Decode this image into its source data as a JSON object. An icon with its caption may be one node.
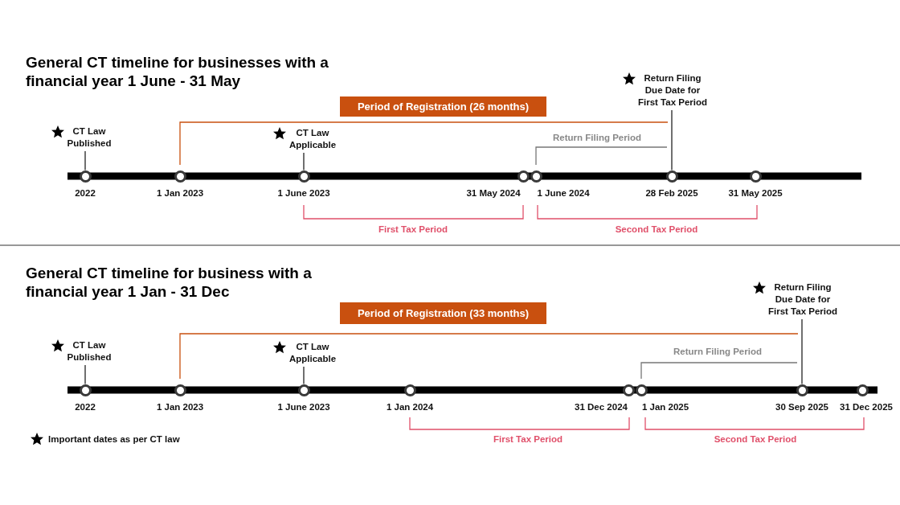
{
  "diagram": {
    "nodes": [
      {
        "text": [
          "CT Law Published"
        ]
      },
      {
        "text": [
          "CT Law Applicable"
        ]
      },
      {
        "text": [
          "Return Filing Due Date for First Tax Period"
        ]
      },
      {
        "text": [
          "Period of Registration (26 months)"
        ]
      },
      {
        "text": [],
        "shape": "circle",
        "beside": [
          "2022"
        ]
      },
      {
        "text": [],
        "shape": "circle",
        "beside": [
          "1 Jan 2023"
        ]
      },
      {
        "text": [],
        "shape": "circle",
        "beside": [
          "1 June 2023"
        ]
      },
      {
        "text": [],
        "shape": "circle",
        "beside": [
          "31 May 2024"
        ]
      },
      {
        "text": [],
        "shape": "circle",
        "beside": [
          "1 June 2024"
        ]
      },
      {
        "text": [],
        "shape": "circle",
        "beside": [
          "28 Feb 2025"
        ]
      },
      {
        "text": [],
        "shape": "circle",
        "beside": [
          "31 May 2025"
        ]
      },
      {
        "text": [
          "CT Law Published"
        ]
      },
      {
        "text": [
          "CT Law Applicable"
        ]
      },
      {
        "text": [
          "Return Filing Due Date for First Tax Period"
        ]
      },
      {
        "text": [
          "Period of Registration (33 months)"
        ]
      },
      {
        "text": [],
        "shape": "circle",
        "beside": [
          "2022"
        ]
      },
      {
        "text": [],
        "shape": "circle",
        "beside": [
          "1 Jan 2023"
        ]
      },
      {
        "text": [],
        "shape": "circle",
        "beside": [
          "1 June 2023"
        ]
      },
      {
        "text": [],
        "shape": "circle",
        "beside": [
          "1 Jan 2024"
        ]
      },
      {
        "text": [],
        "shape": "circle",
        "beside": [
          "31 Dec 2024"
        ]
      },
      {
        "text": [],
        "shape": "circle",
        "beside": [
          "1 Jan 2025"
        ]
      },
      {
        "text": [],
        "shape": "circle",
        "beside": [
          "30 Sep 2025"
        ]
      },
      {
        "text": [],
        "shape": "circle",
        "beside": [
          "31 Dec 2025"
        ]
      }
    ],
    "edges": [
      {
        "from": 0,
        "to": 4,
        "arrow": "none"
      },
      {
        "from": 1,
        "to": 6,
        "arrow": "none"
      },
      {
        "from": 2,
        "to": 9,
        "arrow": "none"
      },
      {
        "from": 11,
        "to": 15,
        "arrow": "none"
      },
      {
        "from": 12,
        "to": 17,
        "arrow": "none"
      },
      {
        "from": 13,
        "to": 21,
        "arrow": "none"
      }
    ],
    "labels": [
      "General CT timeline for businesses with a financial year 1 June - 31 May",
      "Return Filing Period",
      "First Tax Period",
      "Second Tax Period",
      "General CT timeline for business with a financial year 1 Jan - 31 Dec",
      "Return Filing Period",
      "First Tax Period",
      "Second Tax Period"
    ],
    "legend": [
      {
        "text": "Important dates as per CT law"
      }
    ]
  }
}
